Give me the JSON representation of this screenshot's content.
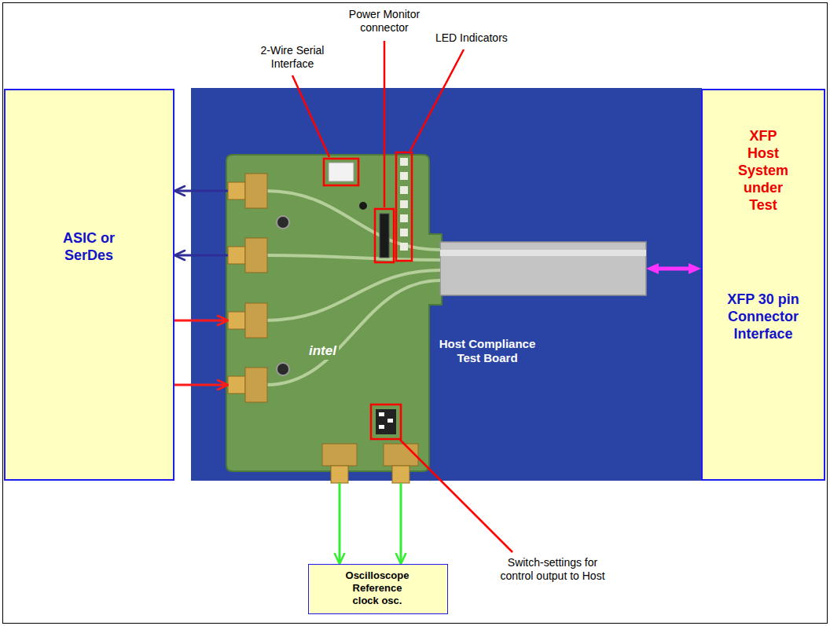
{
  "diagram": {
    "nodes": [
      {
        "text": [
          "ASIC or SerDes"
        ]
      },
      {
        "text": [
          "Host Compliance Test Board"
        ]
      },
      {
        "text": [
          "XFP Host System under Test",
          "XFP 30 pin Connector Interface"
        ]
      },
      {
        "text": [
          "Oscilloscope Reference clock osc."
        ]
      }
    ],
    "edges": [
      {
        "from": 1,
        "to": 0,
        "arrow": "to"
      },
      {
        "from": 1,
        "to": 0,
        "arrow": "to"
      },
      {
        "from": 0,
        "to": 1,
        "arrow": "to"
      },
      {
        "from": 0,
        "to": 1,
        "arrow": "to"
      },
      {
        "from": 1,
        "to": 3,
        "arrow": "to"
      },
      {
        "from": 1,
        "to": 3,
        "arrow": "to"
      },
      {
        "from": 1,
        "to": 2,
        "arrow": "both"
      }
    ],
    "labels": [
      "2-Wire Serial Interface",
      "Power Monitor connector",
      "LED Indicators",
      "intel",
      "Switch-settings for control output to Host"
    ]
  }
}
